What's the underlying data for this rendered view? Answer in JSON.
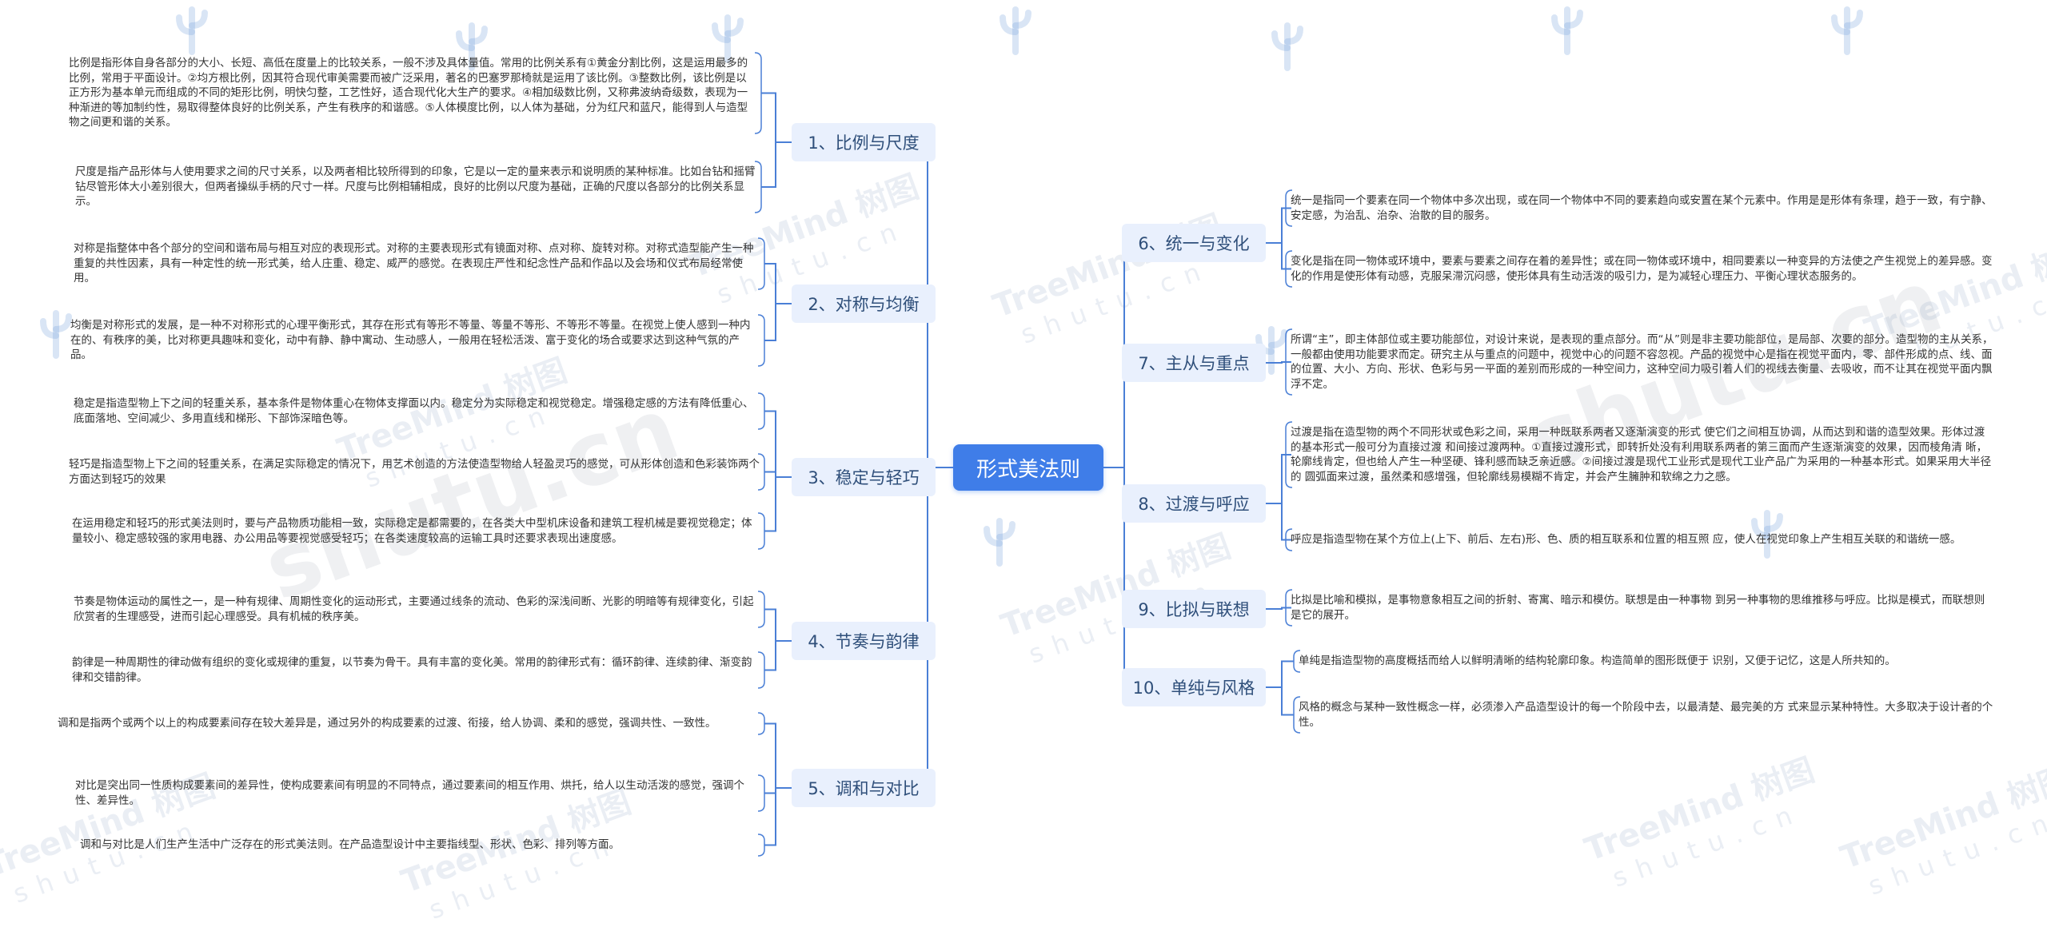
{
  "root": "形式美法则",
  "watermark": {
    "brand": "TreeMind 树图",
    "url": "shutu.cn",
    "logo_icon": "cactus-logo-icon"
  },
  "colors": {
    "root_bg": "#3f7de8",
    "topic_bg": "#e9f0fd",
    "line": "#4a7fd6"
  },
  "topics": [
    {
      "label": "1、比例与尺度",
      "notes": [
        "比例是指形体自身各部分的大小、长短、高低在度量上的比较关系，一般不涉及具体量值。常用的比例关系有①黄金分割比例，这是运用最多的比例，常用于平面设计。②均方根比例，因其符合现代审美需要而被广泛采用，著名的巴塞罗那椅就是运用了该比例。③整数比例，该比例是以正方形为基本单元而组成的不同的矩形比例，明快匀整，工艺性好，适合现代化大生产的要求。④相加级数比例，又称弗波纳奇级数，表现为一种渐进的等加制约性，易取得整体良好的比例关系，产生有秩序的和谐感。⑤人体模度比例，以人体为基础，分为红尺和蓝尺，能得到人与造型物之间更和谐的关系。",
        "尺度是指产品形体与人使用要求之间的尺寸关系，以及两者相比较所得到的印象，它是以一定的量来表示和说明质的某种标准。比如台钻和摇臂钻尽管形体大小差别很大，但两者操纵手柄的尺寸一样。尺度与比例相辅相成，良好的比例以尺度为基础，正确的尺度以各部分的比例关系显示。"
      ]
    },
    {
      "label": "2、对称与均衡",
      "notes": [
        "对称是指整体中各个部分的空间和谐布局与相互对应的表现形式。对称的主要表现形式有镜面对称、点对称、旋转对称。对称式造型能产生一种重复的共性因素，具有一种定性的统一形式美，给人庄重、稳定、威严的感觉。在表现庄严性和纪念性产品和作品以及会场和仪式布局经常使用。",
        "均衡是对称形式的发展，是一种不对称形式的心理平衡形式，其存在形式有等形不等量、等量不等形、不等形不等量。在视觉上使人感到一种内在的、有秩序的美，比对称更具趣味和变化，动中有静、静中寓动、生动感人，一般用在轻松活泼、富于变化的场合或要求达到这种气氛的产品。"
      ]
    },
    {
      "label": "3、稳定与轻巧",
      "notes": [
        "稳定是指造型物上下之间的轻重关系，基本条件是物体重心在物体支撑面以内。稳定分为实际稳定和视觉稳定。增强稳定感的方法有降低重心、底面落地、空间减少、多用直线和梯形、下部饰深暗色等。",
        "轻巧是指造型物上下之间的轻重关系，在满足实际稳定的情况下，用艺术创造的方法使造型物给人轻盈灵巧的感觉，可从形体创造和色彩装饰两个方面达到轻巧的效果",
        "在运用稳定和轻巧的形式美法则时，要与产品物质功能相一致，实际稳定是都需要的，在各类大中型机床设备和建筑工程机械是要视觉稳定；体量较小、稳定感较强的家用电器、办公用品等要视觉感受轻巧；在各类速度较高的运输工具时还要求表现出速度感。"
      ]
    },
    {
      "label": "4、节奏与韵律",
      "notes": [
        "节奏是物体运动的属性之一，是一种有规律、周期性变化的运动形式，主要通过线条的流动、色彩的深浅间断、光影的明暗等有规律变化，引起欣赏者的生理感受，进而引起心理感受。具有机械的秩序美。",
        "韵律是一种周期性的律动做有组织的变化或规律的重复，以节奏为骨干。具有丰富的变化美。常用的韵律形式有：循环韵律、连续韵律、渐变韵律和交错韵律。"
      ]
    },
    {
      "label": "5、调和与对比",
      "notes": [
        "调和是指两个或两个以上的构成要素间存在较大差异是，通过另外的构成要素的过渡、衔接，给人协调、柔和的感觉，强调共性、一致性。",
        "对比是突出同一性质构成要素间的差异性，使构成要素间有明显的不同特点，通过要素间的相互作用、烘托，给人以生动活泼的感觉，强调个性、差异性。",
        "调和与对比是人们生产生活中广泛存在的形式美法则。在产品造型设计中主要指线型、形状、色彩、排列等方面。"
      ]
    },
    {
      "label": "6、统一与变化",
      "notes": [
        "统一是指同一个要素在同一个物体中多次出现，或在同一个物体中不同的要素趋向或安置在某个元素中。作用是是形体有条理，趋于一致，有宁静、安定感，为治乱、治杂、治散的目的服务。",
        "变化是指在同一物体或环境中，要素与要素之间存在着的差异性；或在同一物体或环境中，相同要素以一种变异的方法使之产生视觉上的差异感。变化的作用是使形体有动感，克服呆滞沉闷感，使形体具有生动活泼的吸引力，是为减轻心理压力、平衡心理状态服务的。"
      ]
    },
    {
      "label": "7、主从与重点",
      "notes": [
        "所谓“主”，即主体部位或主要功能部位，对设计来说，是表现的重点部分。而“从”则是非主要功能部位，是局部、次要的部分。造型物的主从关系，一般都由使用功能要求而定。研究主从与重点的问题中，视觉中心的问题不容忽视。产品的视觉中心是指在视觉平面内，零、部件形成的点、线、面的位置、大小、方向、形状、色彩与另一平面的差别而形成的一种空间力，这种空间力吸引着人们的视线去衡量、去吸收，而不让其在视觉平面内飘浮不定。"
      ]
    },
    {
      "label": "8、过渡与呼应",
      "notes": [
        "过渡是指在造型物的两个不同形状或色彩之间，采用一种既联系两者又逐渐演变的形式 使它们之间相互协调，从而达到和谐的造型效果。形体过渡的基本形式一般可分为直接过渡 和间接过渡两种。①直接过渡形式，即转折处没有利用联系两者的第三面而产生逐渐演变的效果，因而棱角清 晰，轮廓线肯定，但也给人产生一种坚硬、锋利感而缺乏亲近感。②间接过渡是现代工业形式是现代工业产品广为采用的一种基本形式。如果采用大半径的 圆弧面来过渡，虽然柔和感增强，但轮廓线易模糊不肯定，并会产生臃肿和软绵之力之感。",
        "呼应是指造型物在某个方位上(上下、前后、左右)形、色、质的相互联系和位置的相互照 应，使人在视觉印象上产生相互关联的和谐统一感。"
      ]
    },
    {
      "label": "9、比拟与联想",
      "notes": [
        "比拟是比喻和模拟，是事物意象相互之间的折射、寄寓、暗示和模仿。联想是由一种事物 到另一种事物的思维推移与呼应。比拟是模式，而联想则是它的展开。"
      ]
    },
    {
      "label": "10、单纯与风格",
      "notes": [
        "单纯是指造型物的高度概括而给人以鲜明清晰的结构轮廓印象。构造简单的图形既便于 识别，又便于记忆，这是人所共知的。",
        "风格的概念与某种一致性概念一样，必须渗入产品造型设计的每一个阶段中去，以最清楚、最完美的方 式来显示某种特性。大多取决于设计者的个性。"
      ]
    }
  ]
}
